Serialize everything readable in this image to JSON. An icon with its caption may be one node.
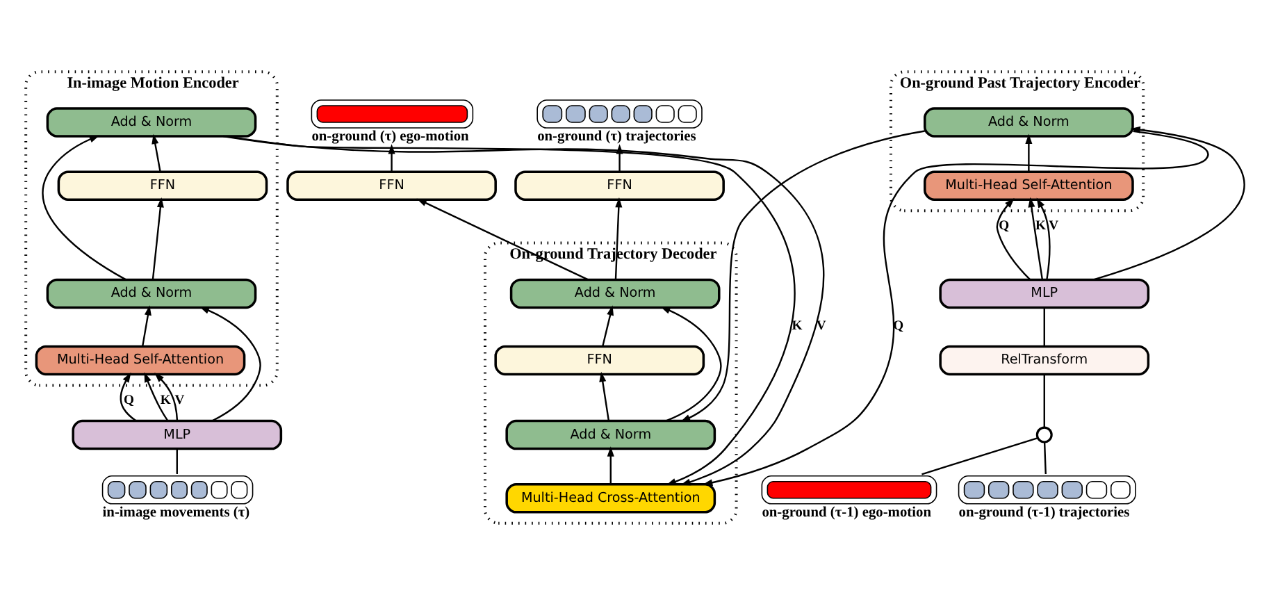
{
  "diagram": {
    "nodes": [
      {
        "text": [
          "In-image Motion Encoder"
        ]
      },
      {
        "text": [
          "Add & Norm"
        ],
        "in": 0
      },
      {
        "text": [
          "FFN"
        ],
        "in": 0
      },
      {
        "text": [
          "Add & Norm"
        ],
        "in": 0
      },
      {
        "text": [
          "Multi-Head Self-Attention"
        ],
        "in": 0
      },
      {
        "text": [
          "MLP"
        ]
      },
      {
        "text": [],
        "shape": "bar",
        "beside": [
          "in-image movements (τ)"
        ]
      },
      {
        "text": [
          "On-ground Past Trajectory Encoder"
        ]
      },
      {
        "text": [
          "Add & Norm"
        ],
        "in": 7
      },
      {
        "text": [
          "Multi-Head Self-Attention"
        ],
        "in": 7
      },
      {
        "text": [
          "MLP"
        ]
      },
      {
        "text": [
          "RelTransform"
        ]
      },
      {
        "text": [],
        "shape": "circle"
      },
      {
        "text": [],
        "shape": "box",
        "beside": [
          "on-ground (τ-1) ego-motion"
        ]
      },
      {
        "text": [],
        "shape": "bar",
        "beside": [
          "on-ground (τ-1) trajectories"
        ]
      },
      {
        "text": [
          "On-ground Trajectory Decoder"
        ]
      },
      {
        "text": [
          "Multi-Head Cross-Attention"
        ],
        "in": 15
      },
      {
        "text": [
          "Add & Norm"
        ],
        "in": 15
      },
      {
        "text": [
          "FFN"
        ],
        "in": 15
      },
      {
        "text": [
          "Add & Norm"
        ],
        "in": 15
      },
      {
        "text": [
          "FFN"
        ]
      },
      {
        "text": [
          "FFN"
        ]
      },
      {
        "text": [],
        "shape": "box",
        "beside": [
          "on-ground (τ) ego-motion"
        ]
      },
      {
        "text": [],
        "shape": "bar",
        "beside": [
          "on-ground (τ) trajectories"
        ]
      }
    ],
    "edges": [
      {
        "from": 6,
        "to": 5,
        "arrow": "none"
      },
      {
        "from": 5,
        "to": 4,
        "arrow": "to",
        "label": "Q"
      },
      {
        "from": 5,
        "to": 4,
        "arrow": "to",
        "label": "K"
      },
      {
        "from": 5,
        "to": 4,
        "arrow": "to",
        "label": "V"
      },
      {
        "from": 5,
        "to": 3,
        "arrow": "to"
      },
      {
        "from": 4,
        "to": 3,
        "arrow": "to"
      },
      {
        "from": 3,
        "to": 2,
        "arrow": "to"
      },
      {
        "from": 3,
        "to": 1,
        "arrow": "to"
      },
      {
        "from": 2,
        "to": 1,
        "arrow": "to"
      },
      {
        "from": 1,
        "to": 16,
        "arrow": "to",
        "label": "K"
      },
      {
        "from": 1,
        "to": 16,
        "arrow": "to",
        "label": "V"
      },
      {
        "from": 13,
        "to": 12,
        "arrow": "none"
      },
      {
        "from": 14,
        "to": 12,
        "arrow": "none"
      },
      {
        "from": 12,
        "to": 11,
        "arrow": "none"
      },
      {
        "from": 11,
        "to": 10,
        "arrow": "none"
      },
      {
        "from": 10,
        "to": 9,
        "arrow": "to",
        "label": "Q"
      },
      {
        "from": 10,
        "to": 9,
        "arrow": "to",
        "label": "K"
      },
      {
        "from": 10,
        "to": 9,
        "arrow": "to",
        "label": "V"
      },
      {
        "from": 10,
        "to": 8,
        "arrow": "to"
      },
      {
        "from": 9,
        "to": 8,
        "arrow": "to"
      },
      {
        "from": 8,
        "to": 16,
        "arrow": "to",
        "label": "Q"
      },
      {
        "from": 8,
        "to": 17,
        "arrow": "to"
      },
      {
        "from": 16,
        "to": 17,
        "arrow": "to"
      },
      {
        "from": 17,
        "to": 18,
        "arrow": "to"
      },
      {
        "from": 17,
        "to": 19,
        "arrow": "to"
      },
      {
        "from": 18,
        "to": 19,
        "arrow": "to"
      },
      {
        "from": 19,
        "to": 20,
        "arrow": "to"
      },
      {
        "from": 19,
        "to": 21,
        "arrow": "to"
      },
      {
        "from": 20,
        "to": 22,
        "arrow": "to"
      },
      {
        "from": 21,
        "to": 23,
        "arrow": "to"
      }
    ]
  }
}
